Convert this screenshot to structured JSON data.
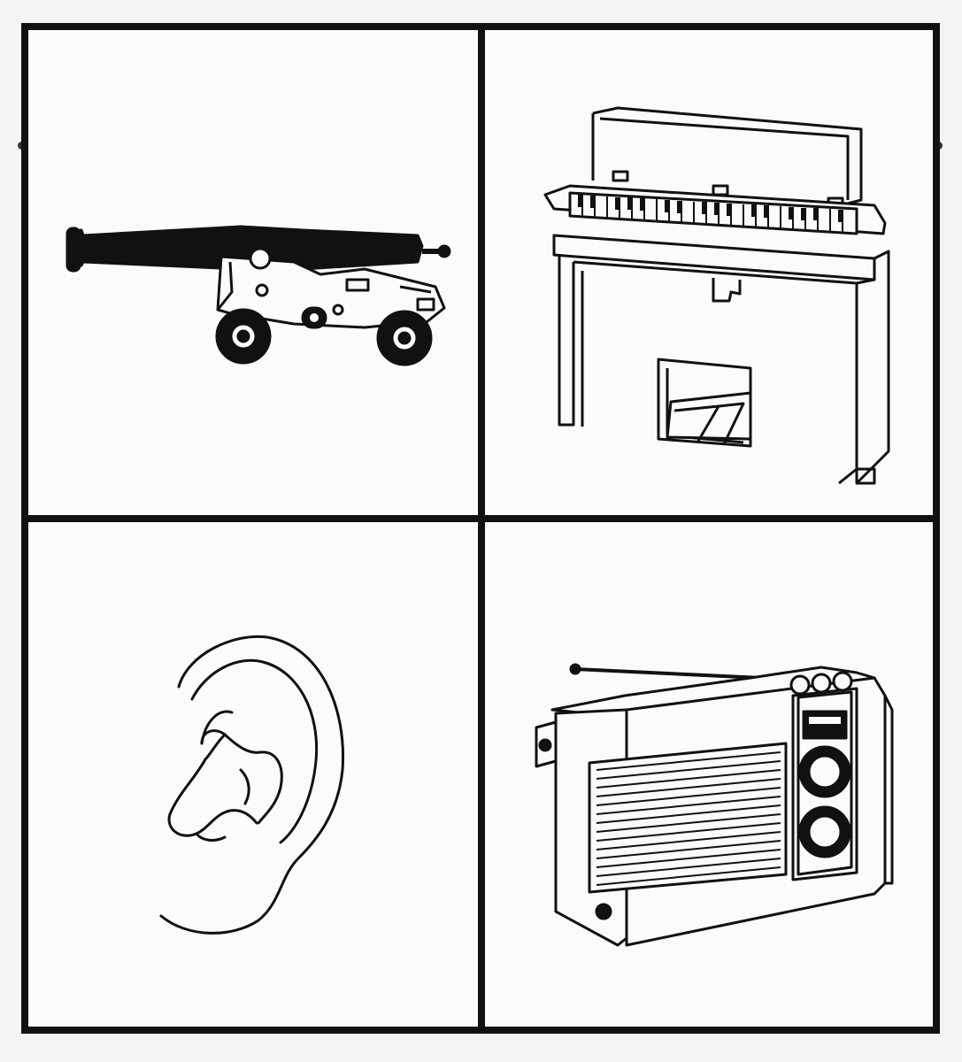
{
  "cells": [
    {
      "position": "top-left",
      "icon": "cannon-icon"
    },
    {
      "position": "top-right",
      "icon": "piano-icon"
    },
    {
      "position": "bottom-left",
      "icon": "ear-icon"
    },
    {
      "position": "bottom-right",
      "icon": "radio-icon"
    }
  ],
  "colors": {
    "line": "#111111",
    "paper": "#fbfbf9"
  }
}
